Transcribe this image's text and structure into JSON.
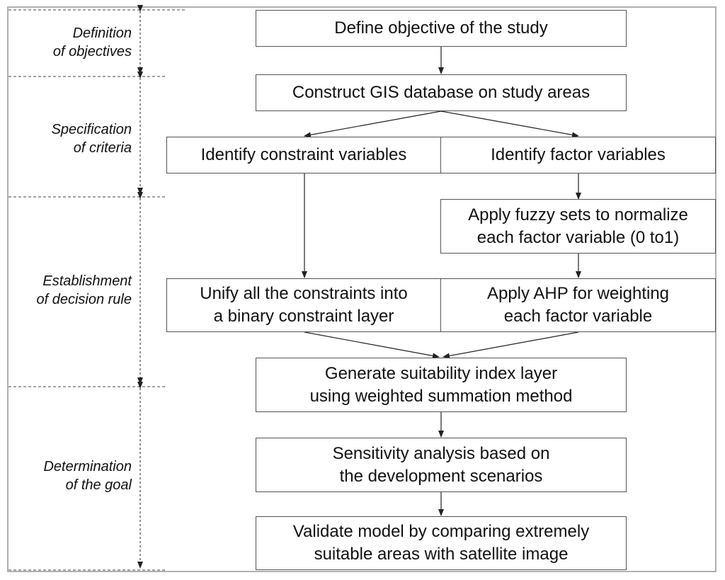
{
  "stages": [
    {
      "id": "definition",
      "label": "Definition\nof objectives"
    },
    {
      "id": "specification",
      "label": "Specification\nof criteria"
    },
    {
      "id": "establishment",
      "label": "Establishment\nof decision rule"
    },
    {
      "id": "determination",
      "label": "Determination\nof the goal"
    }
  ],
  "boxes": {
    "define_objective": "Define objective of the study",
    "construct_gis": "Construct GIS database on study areas",
    "identify_constraint": "Identify constraint variables",
    "identify_factor": "Identify factor variables",
    "apply_fuzzy": "Apply fuzzy sets to normalize\neach factor variable (0 to1)",
    "unify_constraints": "Unify all the constraints into\na binary constraint layer",
    "apply_ahp": "Apply AHP for weighting\neach factor variable",
    "generate_index": "Generate suitability index layer\nusing weighted summation method",
    "sensitivity": "Sensitivity analysis based on\nthe development scenarios",
    "validate": "Validate model by comparing extremely\nsuitable areas with satellite image"
  }
}
